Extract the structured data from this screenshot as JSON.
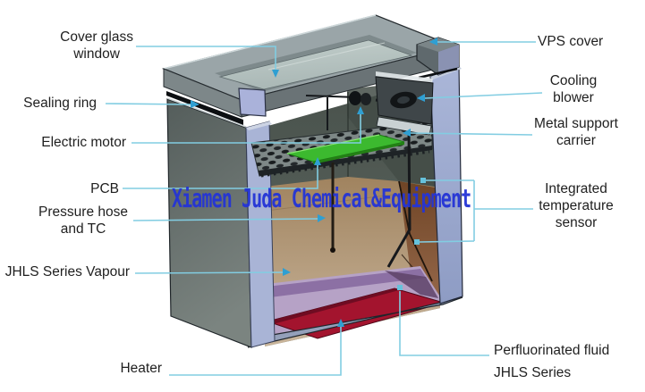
{
  "figure": {
    "watermark": "Xiamen Juda Chemical&Equipment"
  },
  "labels": {
    "cover_glass": "Cover glass\nwindow",
    "sealing_ring": "Sealing ring",
    "electric_motor": "Electric motor",
    "pcb": "PCB",
    "pressure_hose": "Pressure hose\nand TC",
    "jhls_vapour": "JHLS Series Vapour",
    "heater": "Heater",
    "vps_cover": "VPS cover",
    "cooling_blower": "Cooling\nblower",
    "metal_support": "Metal support\ncarrier",
    "temp_sensor": "Integrated\ntemperature\nsensor",
    "perfluorinated": "Perfluorinated fluid",
    "jhls_series": "JHLS Series"
  },
  "colors": {
    "background": "#ffffff",
    "label_text": "#1f1f1f",
    "watermark_blue": "#2434d6",
    "leader_line": "#82cde2",
    "leader_arrow": "#2f9fd2",
    "leader_dot": "#66c2dc",
    "pcb_green": "#3cb92f",
    "heater_red": "#a3142e",
    "fluid_lavender": "#b6a2c6",
    "fluid_band_purple": "#8c70a4",
    "cut_face_periwinkle": "#a9b4d6",
    "lid_gray": "#9aa5a8",
    "glass_gray": "#b9c5c3",
    "seal_black": "#0c0f12",
    "base_strip": "#94a0ba"
  }
}
